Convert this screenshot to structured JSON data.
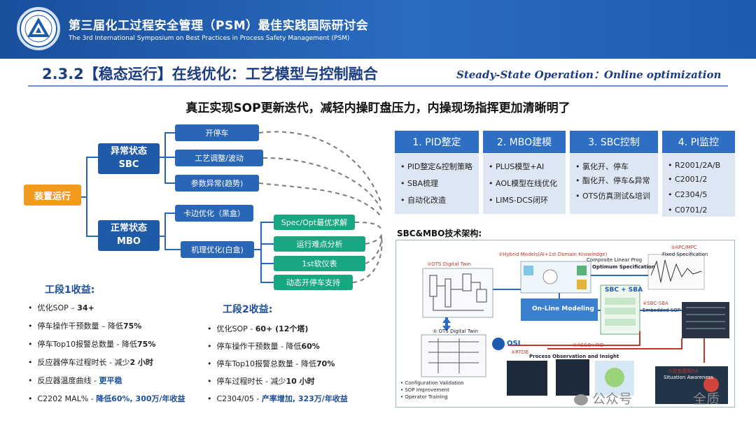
{
  "header": {
    "title_cn": "第三届化工过程安全管理（PSM）最佳实践国际研讨会",
    "title_en": "The 3rd International Symposium on Best Practices in Process Safety Management (PSM)"
  },
  "slide": {
    "title_cn": "2.3.2【稳态运行】在线优化：工艺模型与控制融合",
    "title_en": "Steady-State Operation：Online optimization",
    "subtitle": "真正实现SOP更新迭代，减轻内操盯盘压力，内操现场指挥更加清晰明了"
  },
  "tree": {
    "root": "装置运行",
    "abnormal": "异常状态\nSBC",
    "normal": "正常状态\nMBO",
    "startstop": "开停车",
    "process_adjust": "工艺调整/波动",
    "param_abnormal": "参数异常(趋势)",
    "card_edge": "卡边优化（黑盒）",
    "mechanism": "机理优化(白盒)",
    "spec_opt": "Spec/Opt最优求解",
    "difficulty": "运行难点分析",
    "soft_sensor": "1st软仪表",
    "dynamic_support": "动态开停车支持"
  },
  "benefits1": {
    "title": "工段1收益:",
    "items": [
      {
        "label": "优化SOP – ",
        "value": "34+"
      },
      {
        "label": "停车操作干预数量 – 降低",
        "value": "75%"
      },
      {
        "label": "停车Top10报警总数量 - 降低",
        "value": "75%"
      },
      {
        "label": "反应器停车过程时长 - 减少",
        "value": "2 小时"
      },
      {
        "label": "反应器温度曲线 - ",
        "value": "更平稳"
      },
      {
        "label": "C2202 MAL% - ",
        "value": "降低60%, 300万/年收益"
      }
    ]
  },
  "benefits2": {
    "title": "工段2收益:",
    "items": [
      {
        "label": "优化SOP - ",
        "value": "60+ (12个塔)"
      },
      {
        "label": "停车操作干预数量 - 降低",
        "value": "60%"
      },
      {
        "label": "停车Top10报警总数量 - 降低",
        "value": "70%"
      },
      {
        "label": "停车过程时长 - 减少",
        "value": "10 小时"
      },
      {
        "label": "C2304/05 - ",
        "value": "产率增加, 323万/年收益"
      }
    ]
  },
  "cards": [
    {
      "title": "1. PID整定",
      "items": [
        "PID整定&控制策略",
        "SBA梳理",
        "自动化改造"
      ]
    },
    {
      "title": "2. MBO建模",
      "items": [
        "PLUS模型+AI",
        "AOL模型在线优化",
        "LIMS-DCS闭环"
      ]
    },
    {
      "title": "3. SBC控制",
      "items": [
        "氯化开、停车",
        "酯化开、停车&异常",
        "OTS仿真测试&培训"
      ]
    },
    {
      "title": "4. PI监控",
      "items": [
        "R2001/2A/B",
        "C2001/2",
        "C2304/5",
        "C0701/2"
      ]
    }
  ],
  "arch": {
    "title": "SBC&MBO技术架构:",
    "ots_twin": "①OTS Digital Twin",
    "hybrid": "②Hybrid Models(AI+1st Domain Knowledge)",
    "composite": "Composite Linear Prog",
    "optimum": "Optimum Specification",
    "apc": "③APC/MPC",
    "fixed_spec": "Fixed Specification",
    "sbc_sba": "SBC + SBA",
    "online_modeling": "On-Line Modeling",
    "sbc_sba2": "④SBC-SBA",
    "embedded": "Embedded SOP",
    "ots_twin2": "② OTS Digital Twin",
    "osi": "OSI",
    "rtdb": "⑤RTDB",
    "acopid": "⑥AC&O+PID",
    "process_obs": "Process Observation and Insight",
    "sa": "⑦状态感知SA",
    "sa_en": "Situation Awareness",
    "config_validation": "Configuration Validation",
    "sop_improve": "SOP Improvement",
    "operator_training": "Operator Training"
  },
  "watermark": {
    "left": "公众号",
    "right": "全质"
  },
  "colors": {
    "header_blue": "#1a4f9c",
    "green_box": "#17a783",
    "blue_box": "#2a66b6",
    "orange_root": "#f29a1f",
    "highlight_blue": "#1d4f9c"
  }
}
